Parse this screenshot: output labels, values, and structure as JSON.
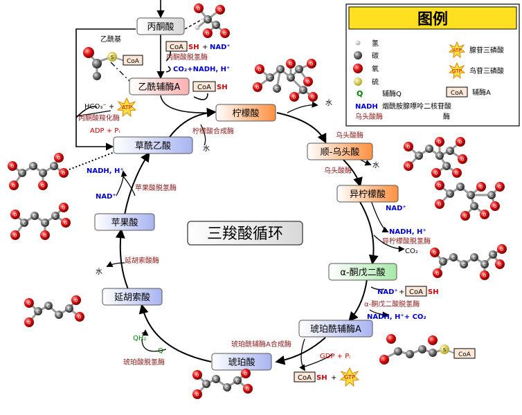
{
  "title": "三羧酸循环",
  "nodes": {
    "pyruvate": "丙酮酸",
    "acetyl_coa": "乙酰辅酶A",
    "citrate": "柠檬酸",
    "cis_aconitate": "顺-乌头酸",
    "isocitrate": "异柠檬酸",
    "alpha_kg": "α-酮戊二酸",
    "succinyl_coa": "琥珀酰辅酶A",
    "succinate": "琥珀酸",
    "fumarate": "延胡索酸",
    "malate": "苹果酸",
    "oxaloacetate": "草酰乙酸"
  },
  "enzymes": {
    "pdh": "丙酮酸脱氢酶",
    "pyruvate_carboxylase": "丙酮酸羧化酶",
    "citrate_synthase": "柠檬酸合成酶",
    "aconitase_1": "乌头酸酶",
    "aconitase_2": "乌头酸酶",
    "idh": "异柠檬酸脱氢酶",
    "akgdh": "α-酮戊二酸脱氢酶",
    "succinyl_synthetase": "琥珀酰辅酶A合成酶",
    "sdh": "琥珀酸脱氢酶",
    "fumarase": "延胡索酸酶",
    "mdh": "苹果酸脱氢酶"
  },
  "labels": {
    "acetyl_group": "乙酰基",
    "coa": "CoA",
    "coa_sh": "SH",
    "plus": "+",
    "nad": "NAD⁺",
    "nadh_h": "NADH, H⁺",
    "co2_nadh": "CO₂+NADH, H⁺",
    "co2": "CO₂",
    "nadh_co2": "NADH, H⁺+ CO₂",
    "hco3": "HCO₃⁻ +",
    "adp_pi": "ADP + Pᵢ",
    "gdp_pi": "GDP + Pᵢ",
    "atp": "ATP",
    "gtp": "GTP",
    "water": "水",
    "qh2": "QH₂",
    "q": "Q",
    "s": "S",
    "c": "C",
    "o": "O"
  },
  "legend": {
    "title": "图例",
    "hydrogen": "氢",
    "carbon": "碳",
    "oxygen": "氧",
    "sulfur": "硫",
    "coq_symbol": "Q",
    "coq": "辅酶Q",
    "nadh_symbol": "NADH",
    "nadh": "烟酰胺腺嘌呤二核苷酸",
    "aconitase_symbol": "乌头酸酶",
    "aconitase_tail": "酶",
    "atp_symbol": "ATP",
    "atp": "腺苷三磷酸",
    "gtp_symbol": "GTP",
    "gtp": "鸟苷三磷酸",
    "coa_symbol": "CoA",
    "coa": "辅酶A"
  },
  "colors": {
    "box_pink": "#ffd0d0",
    "box_orange": "#ffa050",
    "box_green": "#c8f0c8",
    "box_blue": "#b8c4f0",
    "legend_header": "#ffe020",
    "oxygen": "#e01010",
    "carbon": "#707070",
    "hydrogen": "#d8d8d8",
    "sulfur": "#e8e060"
  }
}
